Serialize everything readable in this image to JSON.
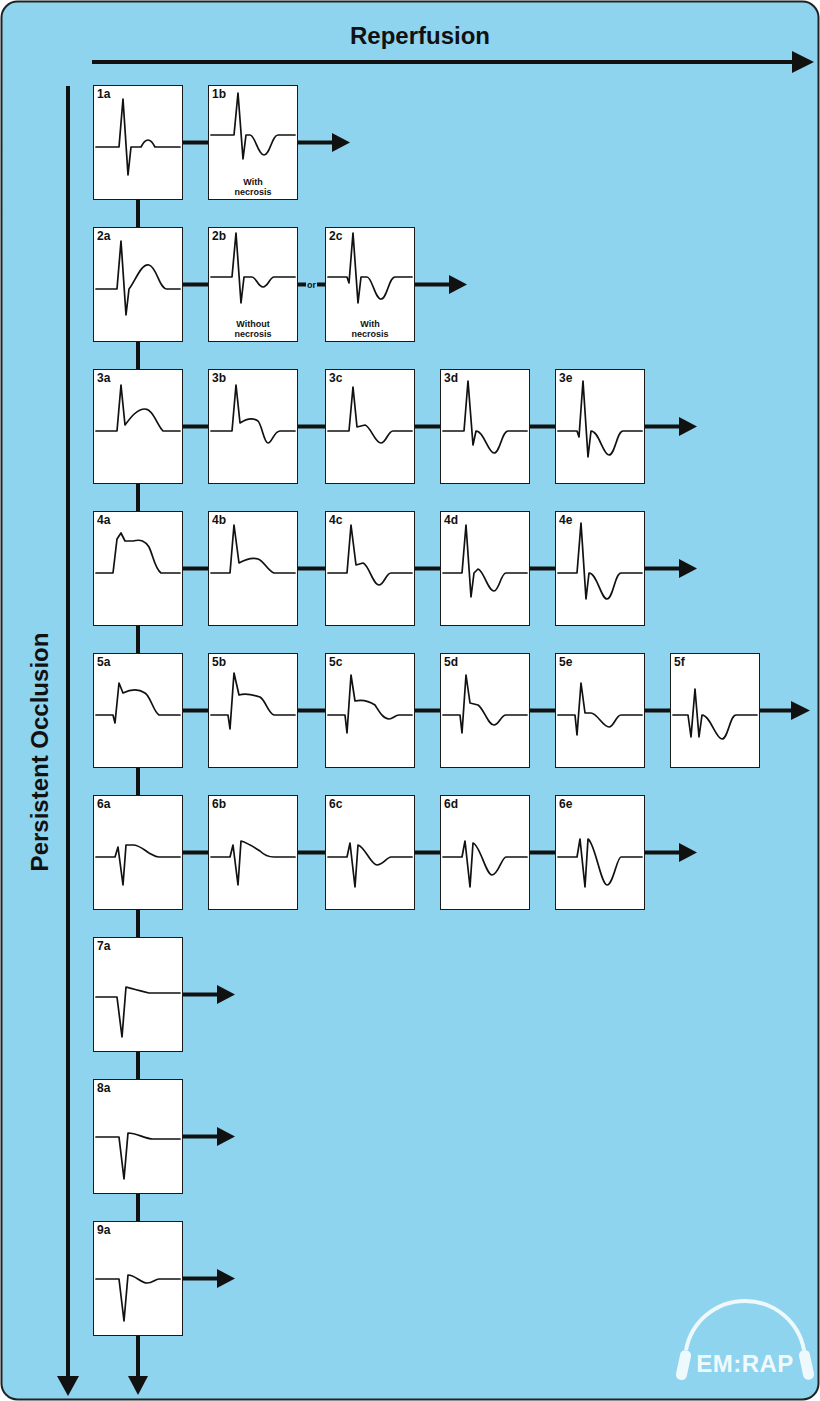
{
  "diagram": {
    "nodes": [
      {
        "text": [
          "1a"
        ]
      },
      {
        "text": [
          "1b",
          "With necrosis"
        ]
      },
      {
        "text": [
          "2a"
        ]
      },
      {
        "text": [
          "2b",
          "Without necrosis"
        ]
      },
      {
        "text": [
          "2c",
          "With necrosis"
        ]
      },
      {
        "text": [
          "3a"
        ]
      },
      {
        "text": [
          "3b"
        ]
      },
      {
        "text": [
          "3c"
        ]
      },
      {
        "text": [
          "3d"
        ]
      },
      {
        "text": [
          "3e"
        ]
      },
      {
        "text": [
          "4a"
        ]
      },
      {
        "text": [
          "4b"
        ]
      },
      {
        "text": [
          "4c"
        ]
      },
      {
        "text": [
          "4d"
        ]
      },
      {
        "text": [
          "4e"
        ]
      },
      {
        "text": [
          "5a"
        ]
      },
      {
        "text": [
          "5b"
        ]
      },
      {
        "text": [
          "5c"
        ]
      },
      {
        "text": [
          "5d"
        ]
      },
      {
        "text": [
          "5e"
        ]
      },
      {
        "text": [
          "5f"
        ]
      },
      {
        "text": [
          "6a"
        ]
      },
      {
        "text": [
          "6b"
        ]
      },
      {
        "text": [
          "6c"
        ]
      },
      {
        "text": [
          "6d"
        ]
      },
      {
        "text": [
          "6e"
        ]
      },
      {
        "text": [
          "7a"
        ]
      },
      {
        "text": [
          "8a"
        ]
      },
      {
        "text": [
          "9a"
        ]
      }
    ],
    "edges": [
      {
        "from": 0,
        "to": 1,
        "arrow": "none"
      },
      {
        "from": 2,
        "to": 3,
        "arrow": "none"
      },
      {
        "from": 3,
        "to": 4,
        "label": "or",
        "arrow": "none"
      },
      {
        "from": 5,
        "to": 6,
        "arrow": "none"
      },
      {
        "from": 6,
        "to": 7,
        "arrow": "none"
      },
      {
        "from": 7,
        "to": 8,
        "arrow": "none"
      },
      {
        "from": 8,
        "to": 9,
        "arrow": "none"
      },
      {
        "from": 10,
        "to": 11,
        "arrow": "none"
      },
      {
        "from": 11,
        "to": 12,
        "arrow": "none"
      },
      {
        "from": 12,
        "to": 13,
        "arrow": "none"
      },
      {
        "from": 13,
        "to": 14,
        "arrow": "none"
      },
      {
        "from": 15,
        "to": 16,
        "arrow": "none"
      },
      {
        "from": 16,
        "to": 17,
        "arrow": "none"
      },
      {
        "from": 17,
        "to": 18,
        "arrow": "none"
      },
      {
        "from": 18,
        "to": 19,
        "arrow": "none"
      },
      {
        "from": 19,
        "to": 20,
        "arrow": "none"
      },
      {
        "from": 21,
        "to": 22,
        "arrow": "none"
      },
      {
        "from": 22,
        "to": 23,
        "arrow": "none"
      },
      {
        "from": 23,
        "to": 24,
        "arrow": "none"
      },
      {
        "from": 24,
        "to": 25,
        "arrow": "none"
      },
      {
        "from": 0,
        "to": 2,
        "arrow": "none"
      },
      {
        "from": 2,
        "to": 5,
        "arrow": "none"
      },
      {
        "from": 5,
        "to": 10,
        "arrow": "none"
      },
      {
        "from": 10,
        "to": 15,
        "arrow": "none"
      },
      {
        "from": 15,
        "to": 21,
        "arrow": "none"
      },
      {
        "from": 21,
        "to": 26,
        "arrow": "none"
      },
      {
        "from": 26,
        "to": 27,
        "arrow": "none"
      },
      {
        "from": 27,
        "to": 28,
        "arrow": "none"
      }
    ],
    "labels": [
      "Reperfusion",
      "Persistent Occlusion",
      "EM:RAP"
    ]
  }
}
